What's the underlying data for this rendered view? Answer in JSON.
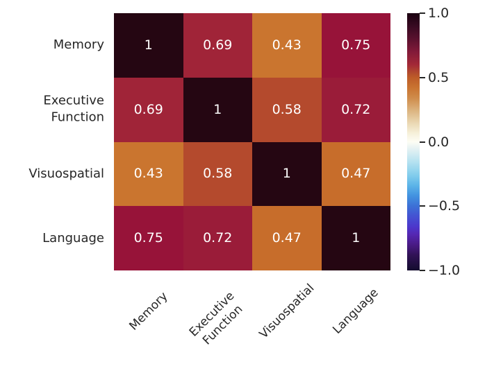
{
  "chart_data": {
    "type": "heatmap",
    "title": "",
    "xlabel": "",
    "ylabel": "",
    "categories": [
      "Memory",
      "Executive\nFunction",
      "Visuospatial",
      "Language"
    ],
    "matrix": [
      [
        1.0,
        0.69,
        0.43,
        0.75
      ],
      [
        0.69,
        1.0,
        0.58,
        0.72
      ],
      [
        0.43,
        0.58,
        1.0,
        0.47
      ],
      [
        0.75,
        0.72,
        0.47,
        1.0
      ]
    ],
    "cell_text": [
      [
        "1",
        "0.69",
        "0.43",
        "0.75"
      ],
      [
        "0.69",
        "1",
        "0.58",
        "0.72"
      ],
      [
        "0.43",
        "0.58",
        "1",
        "0.47"
      ],
      [
        "0.75",
        "0.72",
        "0.47",
        "1"
      ]
    ],
    "cell_colors": [
      [
        "#250612",
        "#a02438",
        "#ca752f",
        "#971339"
      ],
      [
        "#a02438",
        "#250612",
        "#b44a2d",
        "#9a1c39"
      ],
      [
        "#ca752f",
        "#b44a2d",
        "#250612",
        "#c76d2b"
      ],
      [
        "#971339",
        "#9a1c39",
        "#c76d2b",
        "#250612"
      ]
    ],
    "annotation_color": "#ffffff",
    "label_color": "#262626",
    "grid": false,
    "colorbar": {
      "position": "right",
      "vmin": -1.0,
      "vmax": 1.0,
      "tick_labels": [
        "1.0",
        "0.5",
        "0.0",
        "−0.5",
        "−1.0"
      ],
      "gradient_stops": [
        {
          "pos": 0,
          "color": "#1a0110"
        },
        {
          "pos": 5,
          "color": "#380a22"
        },
        {
          "pos": 10,
          "color": "#5a112e"
        },
        {
          "pos": 15,
          "color": "#821a39"
        },
        {
          "pos": 20,
          "color": "#a32837"
        },
        {
          "pos": 23,
          "color": "#b14a2e"
        },
        {
          "pos": 25,
          "color": "#bd5c28"
        },
        {
          "pos": 29,
          "color": "#c97431"
        },
        {
          "pos": 33,
          "color": "#cf8c4b"
        },
        {
          "pos": 38,
          "color": "#dcb581"
        },
        {
          "pos": 43,
          "color": "#ebdab6"
        },
        {
          "pos": 47,
          "color": "#f7f2dd"
        },
        {
          "pos": 50,
          "color": "#fdfdf4"
        },
        {
          "pos": 53,
          "color": "#e2f1f3"
        },
        {
          "pos": 58,
          "color": "#b3e1f0"
        },
        {
          "pos": 63,
          "color": "#82cdec"
        },
        {
          "pos": 67,
          "color": "#5cb4e8"
        },
        {
          "pos": 71,
          "color": "#4292e0"
        },
        {
          "pos": 75,
          "color": "#3c70d6"
        },
        {
          "pos": 79,
          "color": "#4452d2"
        },
        {
          "pos": 83,
          "color": "#4c37cc"
        },
        {
          "pos": 86,
          "color": "#5527b2"
        },
        {
          "pos": 90,
          "color": "#491b85"
        },
        {
          "pos": 94,
          "color": "#311256"
        },
        {
          "pos": 100,
          "color": "#140c2e"
        }
      ]
    }
  }
}
